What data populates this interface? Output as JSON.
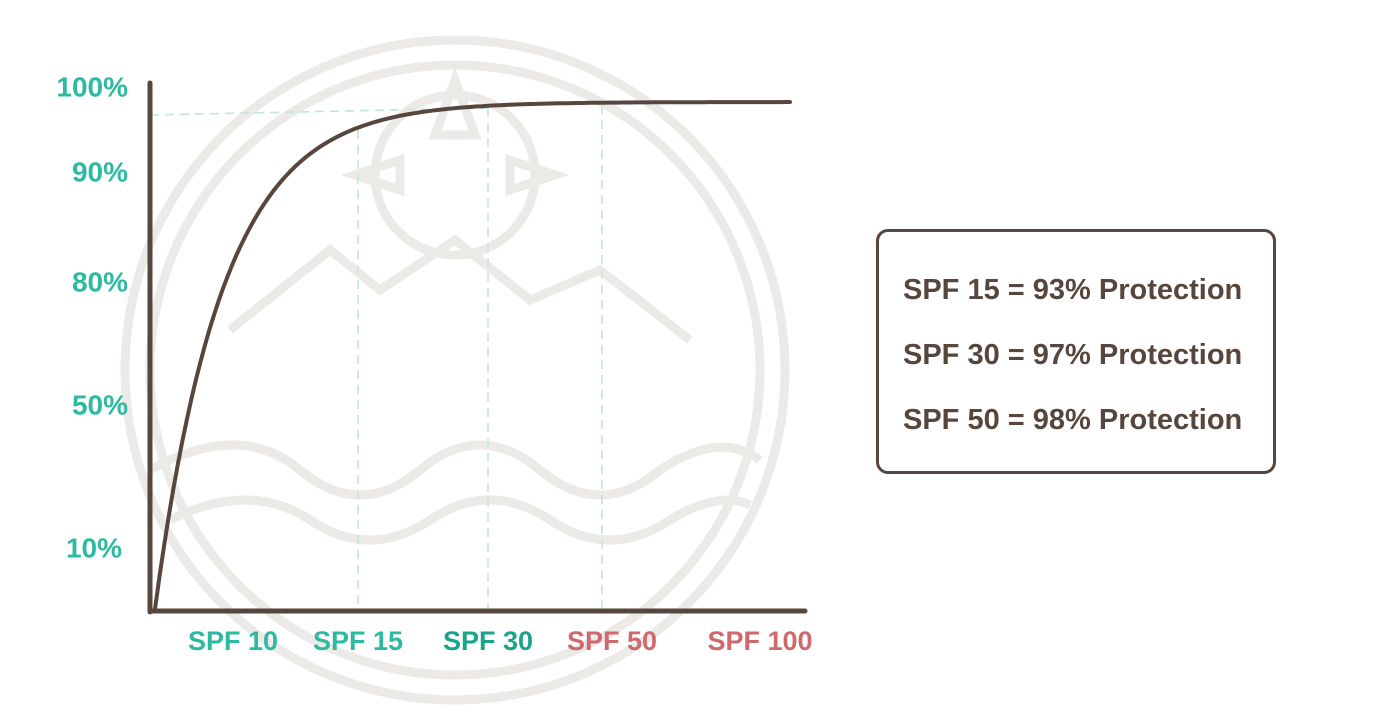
{
  "colors": {
    "curve": "#57463e",
    "axis": "#57463e",
    "teal": "#2ebaa0",
    "teal_dark": "#1aa58a",
    "red": "#d0696c",
    "guide": "#bfe6dc",
    "watermark": "#eceae7"
  },
  "chart_data": {
    "type": "line",
    "title": "",
    "xlabel": "",
    "ylabel": "",
    "y_ticks": [
      "100%",
      "90%",
      "80%",
      "50%",
      "10%"
    ],
    "x_ticks": [
      {
        "label": "SPF 10",
        "color": "teal"
      },
      {
        "label": "SPF 15",
        "color": "teal"
      },
      {
        "label": "SPF 30",
        "color": "teal_dark"
      },
      {
        "label": "SPF 50",
        "color": "red"
      },
      {
        "label": "SPF 100",
        "color": "red"
      }
    ],
    "series": [
      {
        "x": [
          "SPF 15",
          "SPF 30",
          "SPF 50"
        ],
        "values": [
          93,
          97,
          98
        ]
      }
    ],
    "grid": false,
    "watermark_icon": "sun-mountain-wave-emblem"
  },
  "info": {
    "lines": [
      "SPF 15 = 93% Protection",
      "SPF 30 = 97% Protection",
      "SPF 50 = 98% Protection"
    ]
  }
}
